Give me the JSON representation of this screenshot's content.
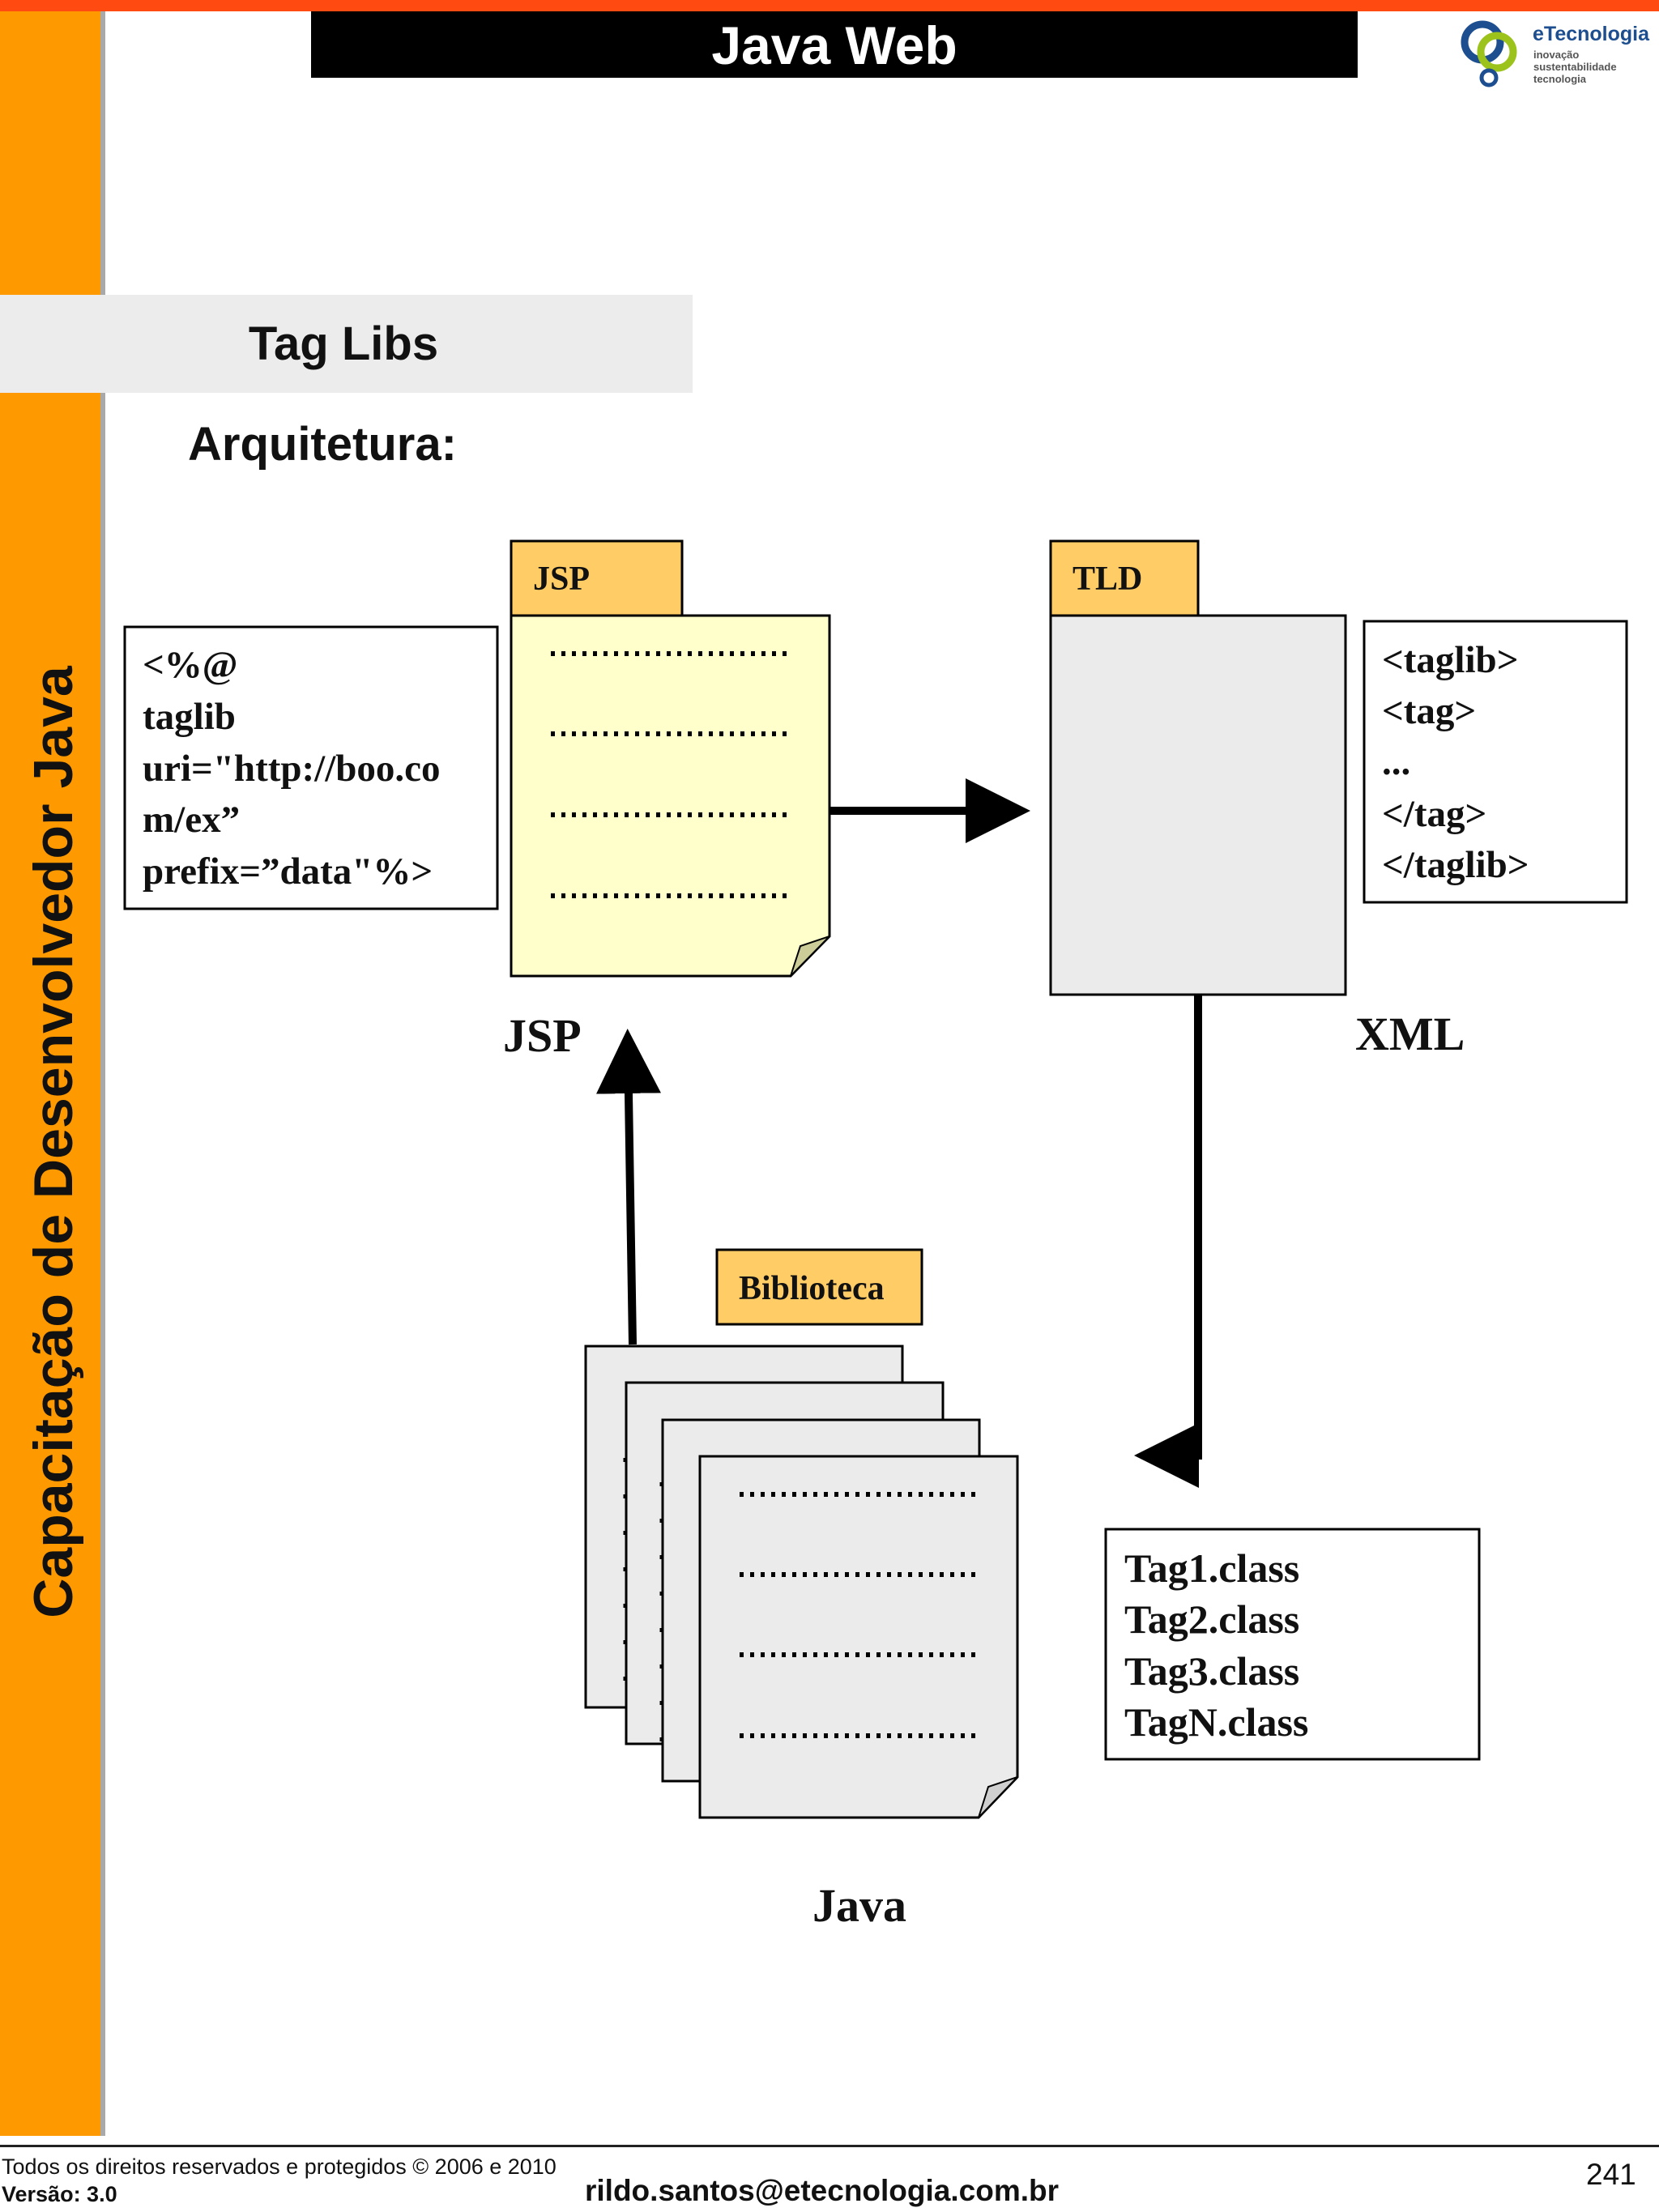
{
  "header": {
    "title": "Java Web"
  },
  "logo": {
    "name": "eTecnologia",
    "tagline": [
      "inovação",
      "sustentabilidade",
      "tecnologia"
    ]
  },
  "sidebar": {
    "vertical_title": "Capacitação de Desenvolvedor Java"
  },
  "section": {
    "title": "Tag Libs",
    "subtitle": "Arquitetura:"
  },
  "diagram": {
    "directive_lines": [
      "<%@",
      "taglib",
      "uri=\"http://boo.co",
      "m/ex”",
      "prefix=”data\"%>"
    ],
    "jsp_tab": "JSP",
    "jsp_caption": "JSP",
    "tld_tab": "TLD",
    "xml_lines": [
      "<taglib>",
      "<tag>",
      "...",
      "</tag>",
      "</taglib>"
    ],
    "xml_caption": "XML",
    "library_tab": "Biblioteca",
    "class_lines": [
      "Tag1.class",
      "Tag2.class",
      "Tag3.class",
      "TagN.class"
    ],
    "java_caption": "Java"
  },
  "footer": {
    "rights": "Todos os direitos reservados e protegidos © 2006 e 2010",
    "version": "Versão: 3.0",
    "email": "rildo.santos@etecnologia.com.br",
    "page": "241"
  }
}
